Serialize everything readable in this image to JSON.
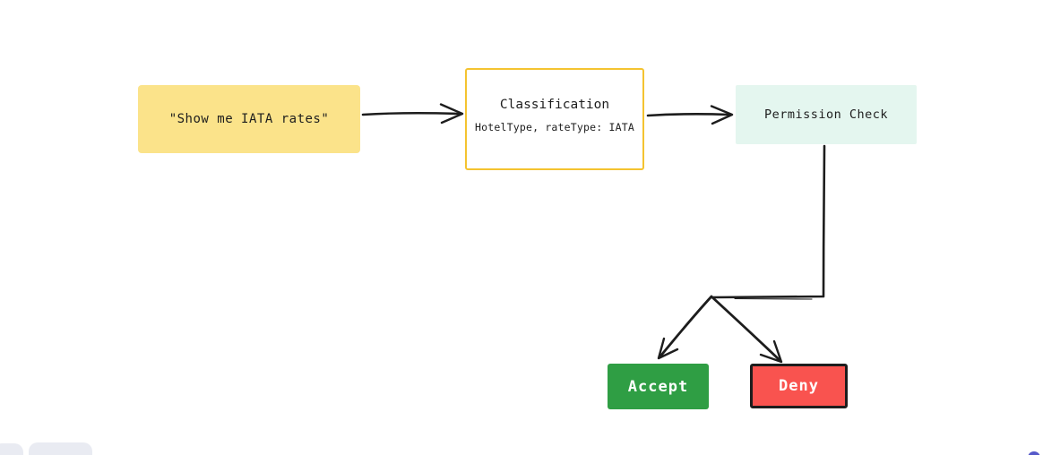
{
  "diagram": {
    "nodes": {
      "query": {
        "label": "\"Show me IATA rates\"",
        "fill": "#FBE38A"
      },
      "classification": {
        "title": "Classification",
        "subtitle": "HotelType, rateType: IATA",
        "fill": "#FFFFFF",
        "border": "#F4C330"
      },
      "permission": {
        "label": "Permission Check",
        "fill": "#E4F6EF"
      },
      "accept": {
        "label": "Accept",
        "fill": "#2F9E44",
        "text_color": "#FFFFFF"
      },
      "deny": {
        "label": "Deny",
        "fill": "#F9534F",
        "border": "#1D1D1D",
        "text_color": "#FFFFFF"
      }
    },
    "connectors": {
      "color": "#1D1D1D",
      "edges": [
        {
          "from": "query",
          "to": "classification"
        },
        {
          "from": "classification",
          "to": "permission"
        },
        {
          "from": "permission",
          "to": "branch-point"
        },
        {
          "from": "branch-point",
          "to": "accept"
        },
        {
          "from": "branch-point",
          "to": "deny"
        }
      ]
    }
  },
  "ui": {
    "toolbar_fill": "#E9EBF2",
    "help_button_color": "#5659C9"
  }
}
